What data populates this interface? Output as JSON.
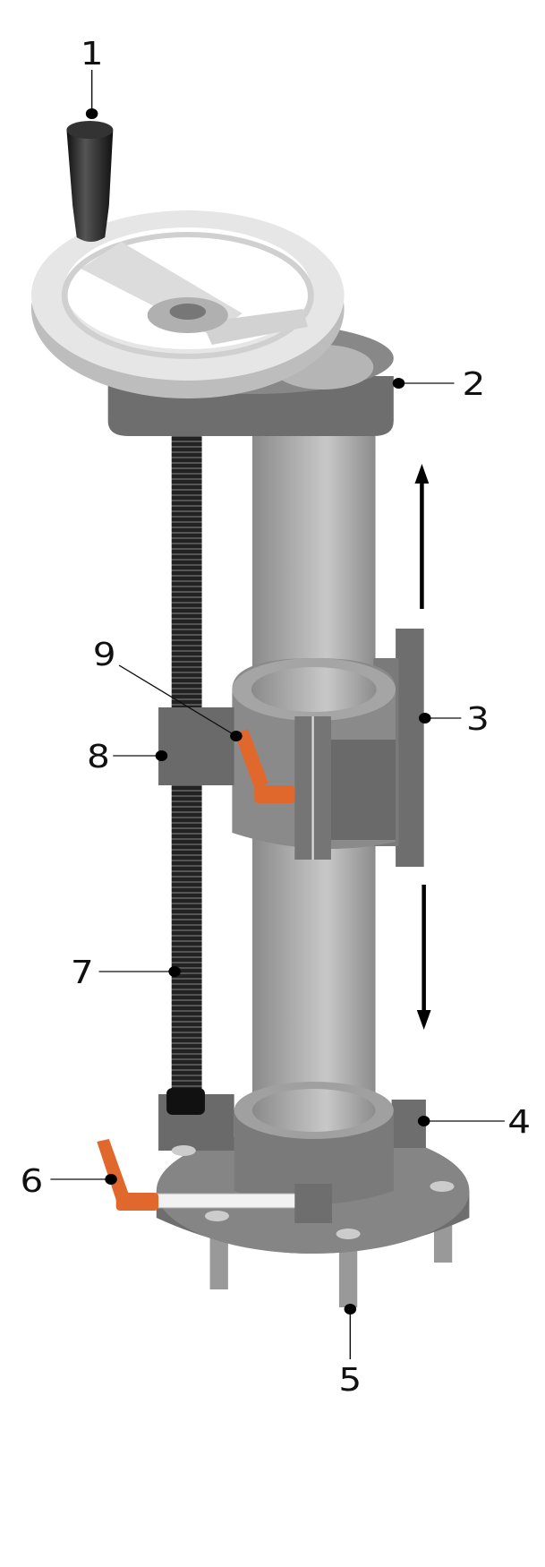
{
  "callouts": [
    {
      "number": "1",
      "part": "crank-handle"
    },
    {
      "number": "2",
      "part": "top-plate"
    },
    {
      "number": "3",
      "part": "sliding-carriage"
    },
    {
      "number": "4",
      "part": "base-clamp"
    },
    {
      "number": "5",
      "part": "mounting-stud"
    },
    {
      "number": "6",
      "part": "base-clamp-lever"
    },
    {
      "number": "7",
      "part": "lead-screw"
    },
    {
      "number": "8",
      "part": "screw-nut-block"
    },
    {
      "number": "9",
      "part": "carriage-clamp-lever"
    }
  ],
  "colors": {
    "steel": "#9a9a9a",
    "dark": "#6e6e6e",
    "lever": "#e0682c",
    "screw": "#2a2a2a"
  }
}
